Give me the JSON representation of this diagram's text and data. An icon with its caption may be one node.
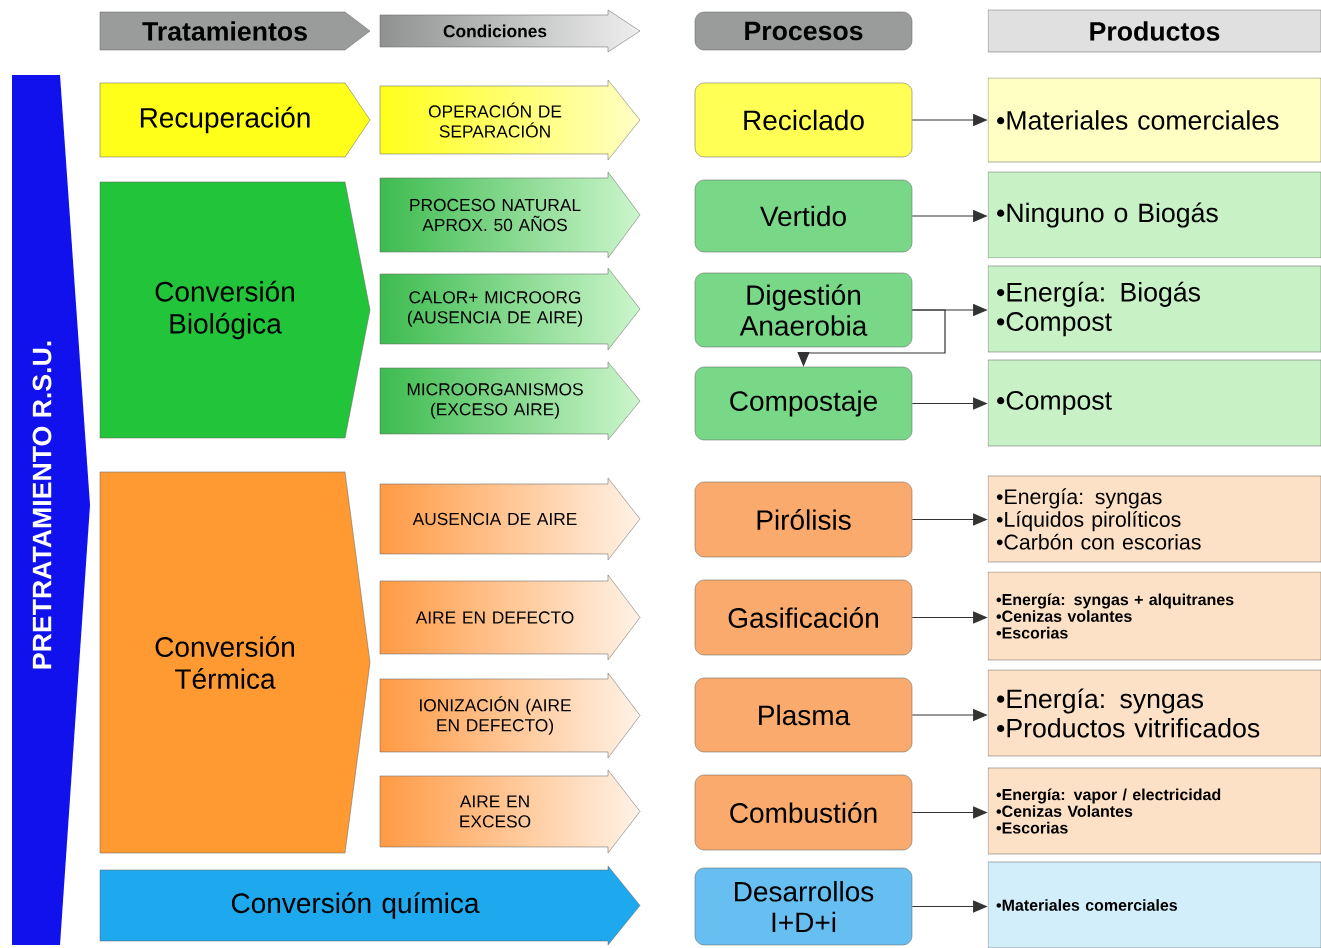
{
  "diagram": {
    "nodes": [
      {
        "text": [
          "Tratamientos"
        ]
      },
      {
        "text": [
          "Condiciones"
        ]
      },
      {
        "text": [
          "Procesos"
        ]
      },
      {
        "text": [
          "Productos"
        ]
      },
      {
        "text": [
          "PRETRATAMIENTO R.S.U."
        ]
      },
      {
        "text": [
          "Recuperación"
        ]
      },
      {
        "text": [
          "OPERACIÓN DE SEPARACIÓN"
        ]
      },
      {
        "text": [
          "Reciclado"
        ]
      },
      {
        "text": [
          "•Materiales comerciales"
        ]
      },
      {
        "text": [
          "Conversión Biológica"
        ]
      },
      {
        "text": [
          "PROCESO NATURAL APROX. 50 AÑOS"
        ]
      },
      {
        "text": [
          "Vertido"
        ]
      },
      {
        "text": [
          "•Ninguno o Biogás"
        ]
      },
      {
        "text": [
          "CALOR+ MICROORG (AUSENCIA DE AIRE)"
        ]
      },
      {
        "text": [
          "Digestión Anaerobia"
        ]
      },
      {
        "text": [
          "•Energía: Biogás",
          "•Compost"
        ]
      },
      {
        "text": [
          "MICROORGANISMOS (EXCESO AIRE)"
        ]
      },
      {
        "text": [
          "Compostaje"
        ]
      },
      {
        "text": [
          "•Compost"
        ]
      },
      {
        "text": [
          "Conversión Térmica"
        ]
      },
      {
        "text": [
          "AUSENCIA DE AIRE"
        ]
      },
      {
        "text": [
          "Pirólisis"
        ]
      },
      {
        "text": [
          "•Energía: syngas",
          "•Líquidos pirolíticos",
          "•Carbón con escorias"
        ]
      },
      {
        "text": [
          "AIRE EN DEFECTO"
        ]
      },
      {
        "text": [
          "Gasificación"
        ]
      },
      {
        "text": [
          "•Energía: syngas + alquitranes",
          "•Cenizas volantes",
          "•Escorias"
        ]
      },
      {
        "text": [
          "IONIZACIÓN (AIRE EN DEFECTO)"
        ]
      },
      {
        "text": [
          "Plasma"
        ]
      },
      {
        "text": [
          "•Energía: syngas",
          "•Productos vitrificados"
        ]
      },
      {
        "text": [
          "AIRE EN EXCESO"
        ]
      },
      {
        "text": [
          "Combustión"
        ]
      },
      {
        "text": [
          "•Energía: vapor / electricidad",
          "•Cenizas Volantes",
          "•Escorias"
        ]
      },
      {
        "text": [
          "Conversión química"
        ]
      },
      {
        "text": [
          "Desarrollos I+D+i"
        ]
      },
      {
        "text": [
          "•Materiales comerciales"
        ]
      }
    ],
    "edges": [
      {
        "from": 7,
        "to": 8,
        "arrow": "to"
      },
      {
        "from": 11,
        "to": 12,
        "arrow": "to"
      },
      {
        "from": 14,
        "to": 15,
        "arrow": "to"
      },
      {
        "from": 14,
        "to": 17,
        "arrow": "to"
      },
      {
        "from": 17,
        "to": 18,
        "arrow": "to"
      },
      {
        "from": 21,
        "to": 22,
        "arrow": "to"
      },
      {
        "from": 24,
        "to": 25,
        "arrow": "to"
      },
      {
        "from": 27,
        "to": 28,
        "arrow": "to"
      },
      {
        "from": 30,
        "to": 31,
        "arrow": "to"
      },
      {
        "from": 33,
        "to": 34,
        "arrow": "to"
      }
    ]
  }
}
